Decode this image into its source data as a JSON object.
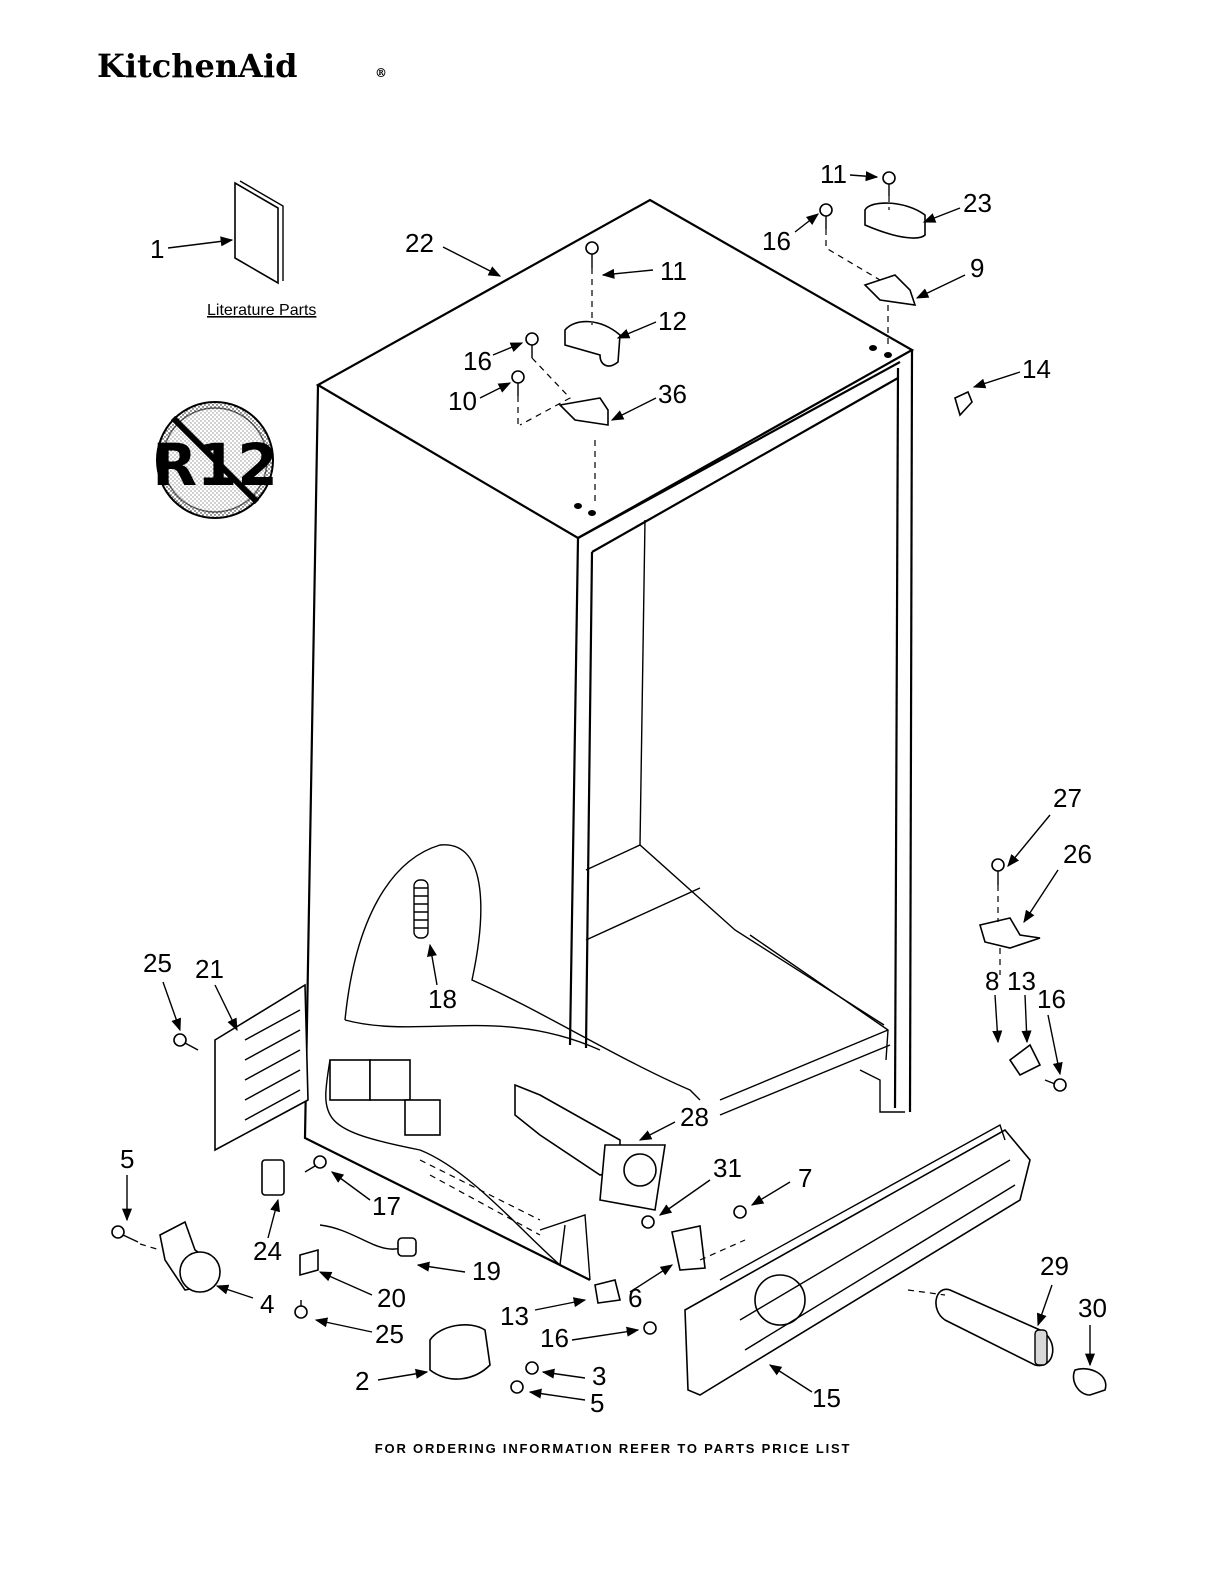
{
  "header": {
    "brand": "KitchenAid",
    "registered_mark": "®"
  },
  "diagram": {
    "literature_label": "Literature Parts",
    "r12_badge": "R12",
    "callouts": [
      "1",
      "22",
      "11",
      "12",
      "16",
      "10",
      "36",
      "11",
      "23",
      "16",
      "9",
      "14",
      "27",
      "26",
      "8",
      "13",
      "16",
      "25",
      "21",
      "18",
      "5",
      "17",
      "24",
      "4",
      "20",
      "25",
      "28",
      "31",
      "7",
      "19",
      "6",
      "13",
      "16",
      "2",
      "3",
      "5",
      "15",
      "29",
      "30"
    ]
  },
  "footer": {
    "text": "FOR ORDERING INFORMATION REFER TO PARTS PRICE LIST"
  }
}
